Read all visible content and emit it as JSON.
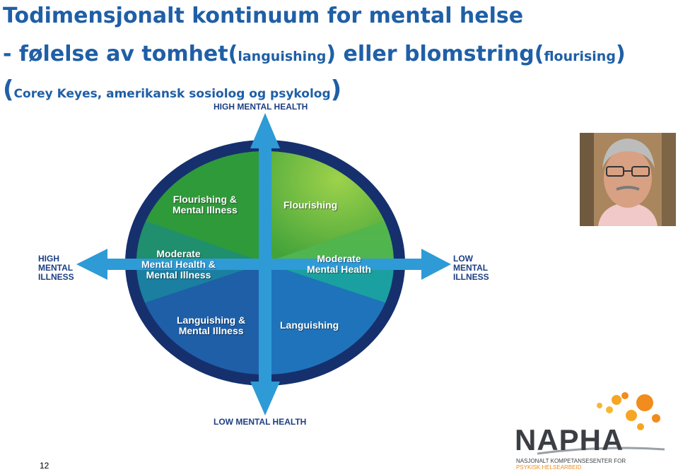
{
  "title": {
    "line1": "Todimensjonalt kontinuum for mental helse",
    "line2_part1": "- følelse av tomhet(",
    "line2_small1": "languishing",
    "line2_part2": ") eller blomstring(",
    "line2_small2": "flourising",
    "line2_part3": ")",
    "line3_open": "(",
    "line3_text": "Corey Keyes, amerikansk sosiolog og psykolog",
    "line3_close": ")"
  },
  "diagram": {
    "axis_top": "HIGH MENTAL HEALTH",
    "axis_bottom": "LOW MENTAL HEALTH",
    "axis_left": [
      "HIGH",
      "MENTAL",
      "ILLNESS"
    ],
    "axis_right": [
      "LOW",
      "MENTAL",
      "ILLNESS"
    ],
    "quadrants": {
      "top_left": [
        "Flourishing &",
        "Mental Illness"
      ],
      "top_right": [
        "Flourishing"
      ],
      "mid_left": [
        "Moderate",
        "Mental Health &",
        "Mental Illness"
      ],
      "mid_right": [
        "Moderate",
        "Mental Health"
      ],
      "bottom_left": [
        "Languishing &",
        "Mental Illness"
      ],
      "bottom_right": [
        "Languishing"
      ]
    },
    "colors": {
      "top_light_green": "#8cc63f",
      "top_green": "#3aa935",
      "mid_teal": "#169a8c",
      "bottom_blue": "#1d66b2",
      "outer_navy": "#16306e",
      "arrow": "#2e9bd6"
    }
  },
  "photo": {
    "description_icon": "person-photo"
  },
  "page_number": "12",
  "logo": {
    "name": "NAPHA",
    "subtitle_line1": "NASJONALT KOMPETANSESENTER FOR",
    "subtitle_line2": "PSYKISK HELSEARBEID",
    "accent": "#f28c1c"
  }
}
